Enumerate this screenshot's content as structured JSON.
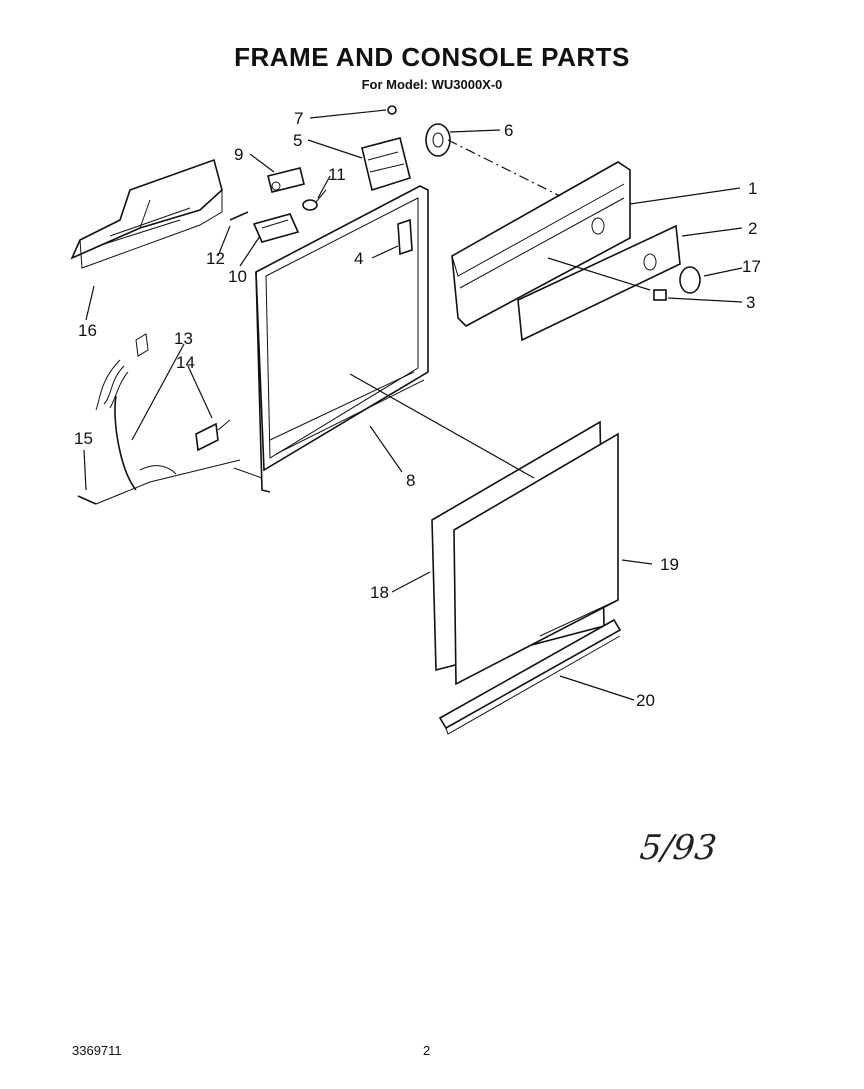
{
  "header": {
    "title": "FRAME AND CONSOLE PARTS",
    "subtitle": "For Model: WU3000X-0"
  },
  "callouts": [
    "1",
    "2",
    "3",
    "4",
    "5",
    "6",
    "7",
    "8",
    "9",
    "10",
    "11",
    "12",
    "13",
    "14",
    "15",
    "16",
    "17",
    "18",
    "19",
    "20"
  ],
  "handwritten_note": "5/93",
  "footer": {
    "document_number": "3369711",
    "page_number": "2"
  }
}
